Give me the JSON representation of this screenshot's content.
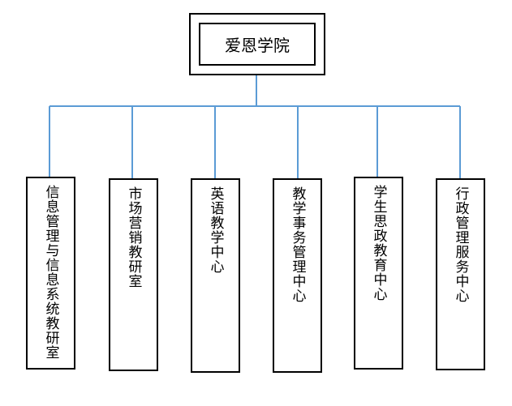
{
  "colors": {
    "connector": "#5b9bd5",
    "box_border": "#000000",
    "background": "#ffffff"
  },
  "org_chart": {
    "root": {
      "label": "爱恩学院"
    },
    "children": [
      {
        "label": "信息管理与信息系统教研室"
      },
      {
        "label": "市场营销教研室"
      },
      {
        "label": "英语教学中心"
      },
      {
        "label": "教学事务管理中心"
      },
      {
        "label": "学生思政教育中心"
      },
      {
        "label": "行政管理服务中心"
      }
    ]
  }
}
